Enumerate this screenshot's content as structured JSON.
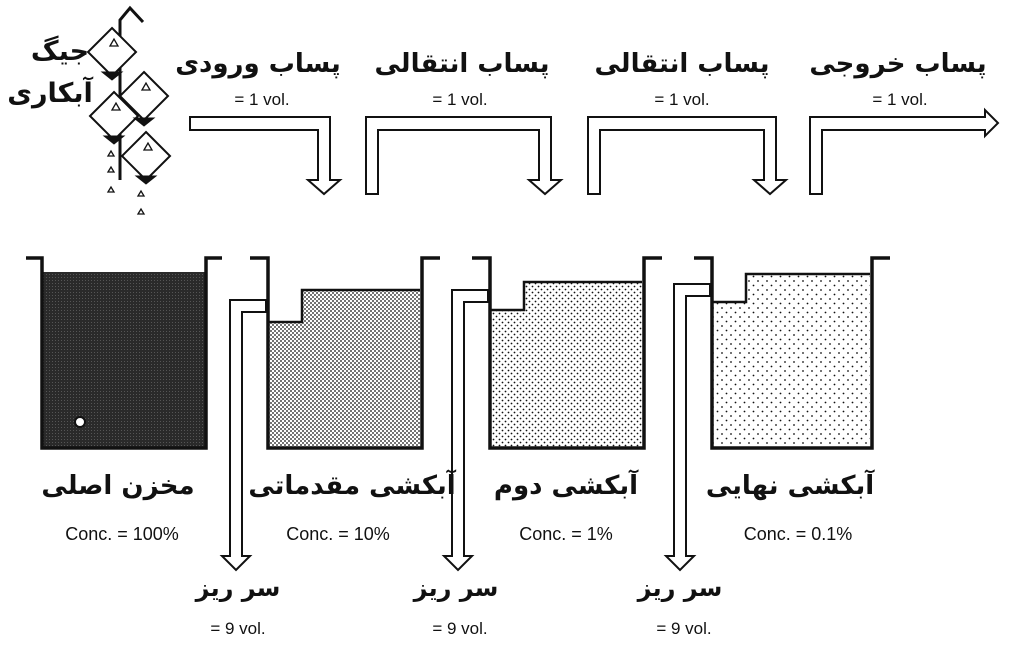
{
  "jig": {
    "line1": "جیگ",
    "line2": "آبکاری"
  },
  "flows": [
    {
      "name": "پساب ورودی",
      "volume": "= 1 vol."
    },
    {
      "name": "پساب انتقالی",
      "volume": "= 1 vol."
    },
    {
      "name": "پساب انتقالی",
      "volume": "= 1 vol."
    },
    {
      "name": "پساب خروجی",
      "volume": "= 1 vol."
    }
  ],
  "tanks": [
    {
      "name": "مخزن اصلی",
      "conc": "Conc. = 100%"
    },
    {
      "name": "آبکشی مقدماتی",
      "conc": "Conc. = 10%"
    },
    {
      "name": "آبکشی دوم",
      "conc": "Conc. = 1%"
    },
    {
      "name": "آبکشی نهایی",
      "conc": "Conc. = 0.1%"
    }
  ],
  "overflows": [
    {
      "name": "سر ریز",
      "volume": "= 9 vol."
    },
    {
      "name": "سر ریز",
      "volume": "= 9 vol."
    },
    {
      "name": "سر ریز",
      "volume": "= 9 vol."
    }
  ]
}
